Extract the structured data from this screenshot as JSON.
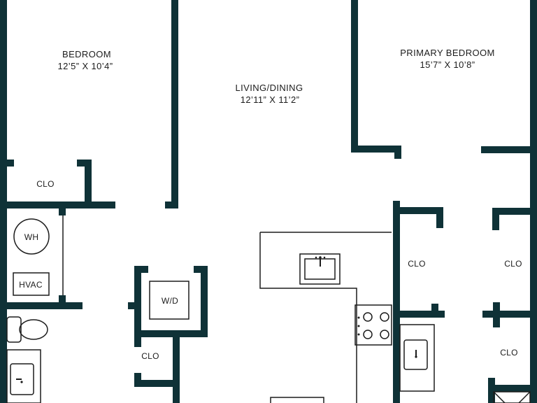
{
  "colors": {
    "wall": "#0f3237",
    "fixture": "#1c1c1c",
    "background": "#ffffff"
  },
  "rooms": {
    "bedroom": {
      "name": "BEDROOM",
      "dims": "12’5” X 10’4”"
    },
    "living": {
      "name": "LIVING/DINING",
      "dims": "12’11” X 11’2”"
    },
    "primary": {
      "name": "PRIMARY BEDROOM",
      "dims": "15’7” X 10’8”"
    }
  },
  "labels": {
    "clo_bedroom": "CLO",
    "wh": "WH",
    "hvac": "HVAC",
    "wd": "W/D",
    "clo_laundry": "CLO",
    "clo_primary_left": "CLO",
    "clo_primary_right": "CLO",
    "clo_lower_right": "CLO"
  }
}
